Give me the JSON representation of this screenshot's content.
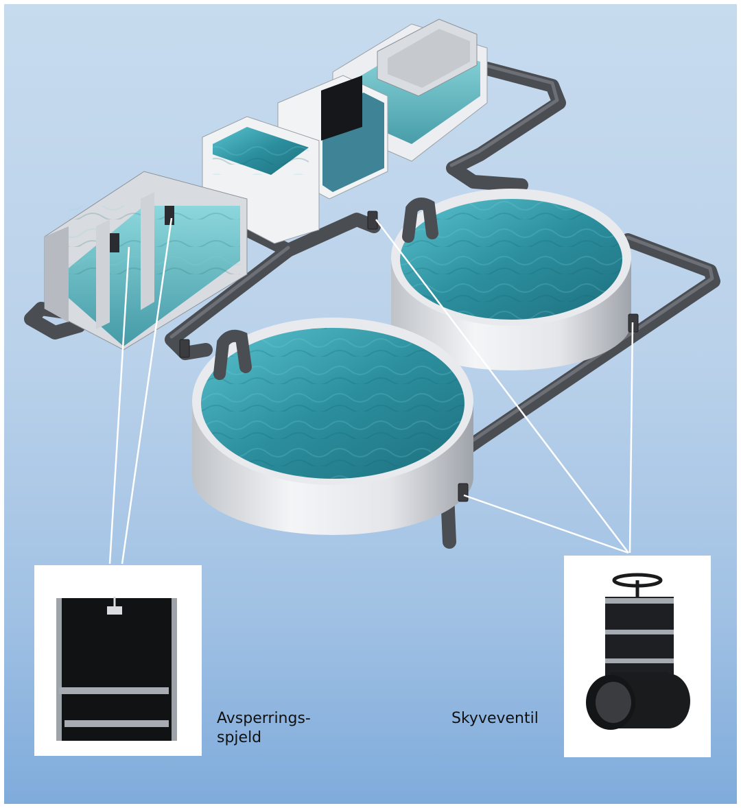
{
  "labels": {
    "damper": [
      "Avsperrings-",
      "spjeld"
    ],
    "valve": "Skyveventil"
  },
  "colors": {
    "background_top": "#c7dbee",
    "background_bottom": "#7fabdb",
    "water": "#2a8d9c",
    "pipe": "#4a4d52",
    "tank_wall": "#e9ebee",
    "callout_line": "#ffffff"
  }
}
